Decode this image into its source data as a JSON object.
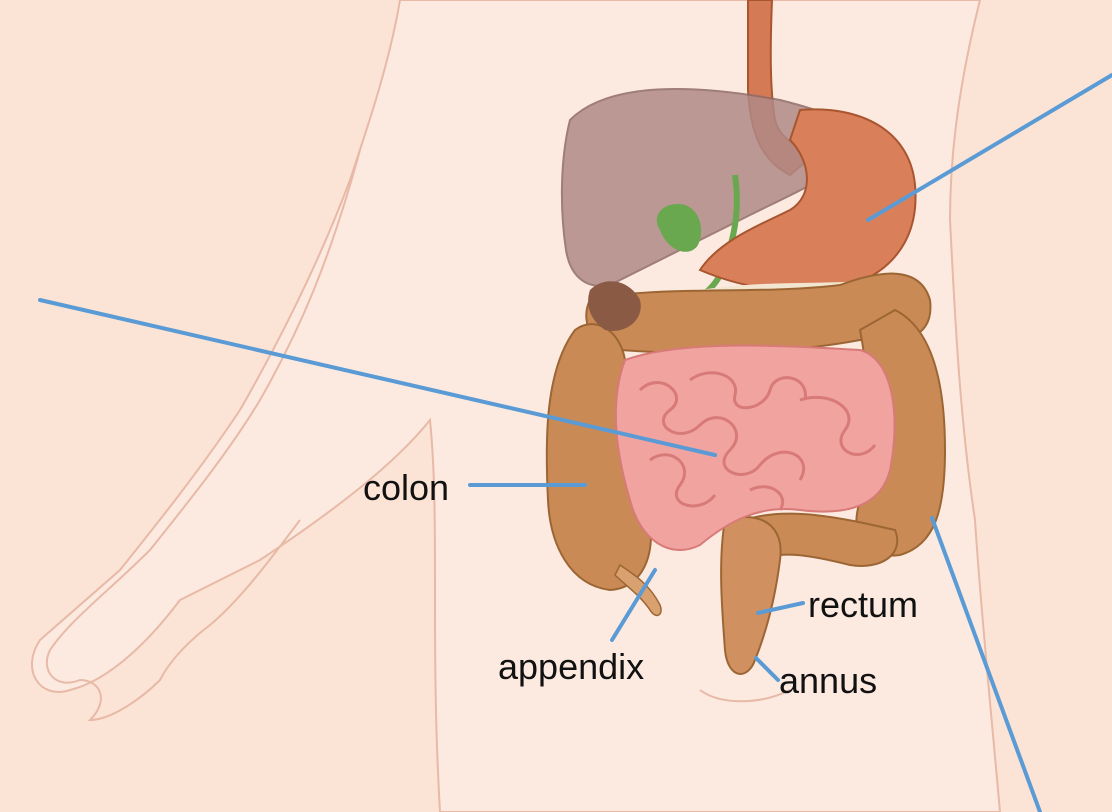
{
  "labels": {
    "colon": "colon",
    "appendix": "appendix",
    "rectum": "rectum",
    "anus": "annus"
  },
  "colors": {
    "background": "#fbe4d6",
    "body": "#fceae1",
    "leader_line": "#5b9bd5",
    "liver": "#b08a86",
    "stomach": "#d9805a",
    "large_intestine": "#c98a55",
    "small_intestine": "#f1a3a0",
    "gallbladder": "#6aa84f"
  }
}
